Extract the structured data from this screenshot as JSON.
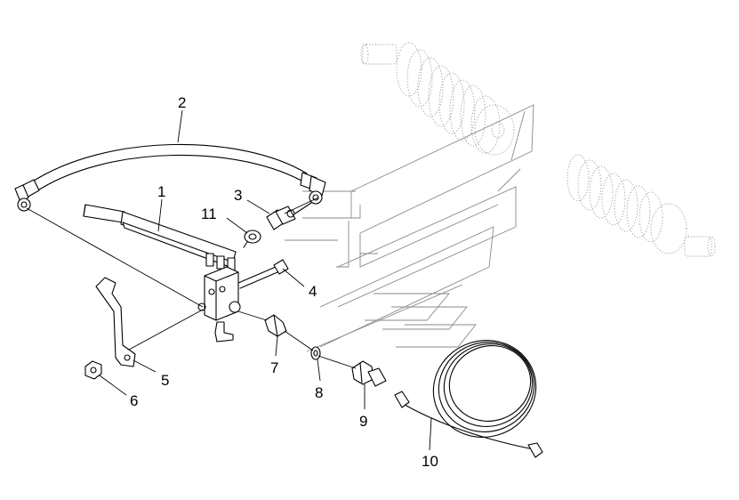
{
  "callouts": {
    "c1": "1",
    "c2": "2",
    "c3": "3",
    "c4": "4",
    "c5": "5",
    "c6": "6",
    "c7": "7",
    "c8": "8",
    "c9": "9",
    "c10": "10",
    "c11": "11"
  },
  "icons": [
    "hydraulic-hose",
    "control-lever",
    "valve-block",
    "bolt",
    "elbow-fitting",
    "clamp",
    "bracket",
    "nut",
    "union-fitting",
    "washer",
    "connector",
    "cable",
    "roller-assembly",
    "chassis-outline"
  ]
}
